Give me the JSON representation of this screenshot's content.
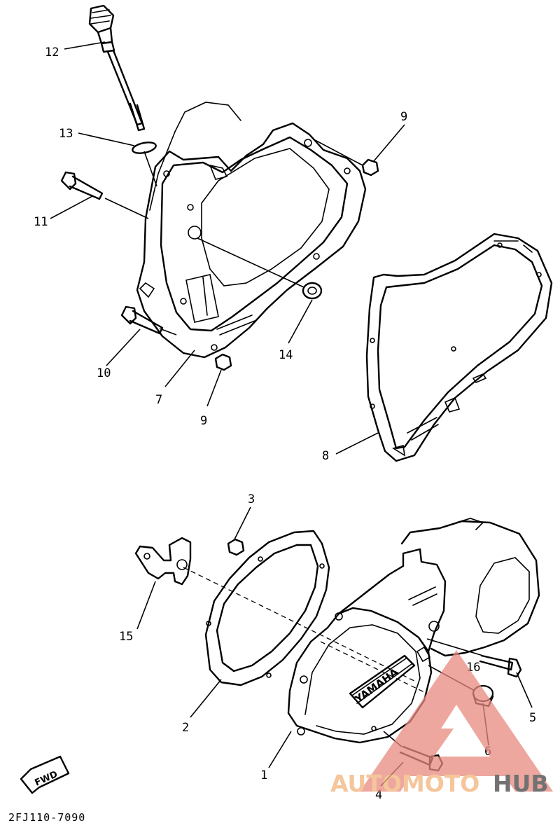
{
  "diagram": {
    "code": "2FJ110-7090",
    "fwd_label": "FWD",
    "cover_logo": "YAMAHA",
    "callouts": {
      "c1": "1",
      "c2": "2",
      "c3": "3",
      "c4": "4",
      "c5": "5",
      "c6": "6",
      "c7": "7",
      "c8": "8",
      "c9a": "9",
      "c9b": "9",
      "c10": "10",
      "c11": "11",
      "c12": "12",
      "c13": "13",
      "c14": "14",
      "c15": "15",
      "c16": "16"
    }
  },
  "watermark": {
    "text_part1": "AUTOMOTO",
    "text_part2": "HUB",
    "color_part1": "#f2b27a",
    "color_part2": "#444444",
    "logo_color": "#e88a80"
  }
}
